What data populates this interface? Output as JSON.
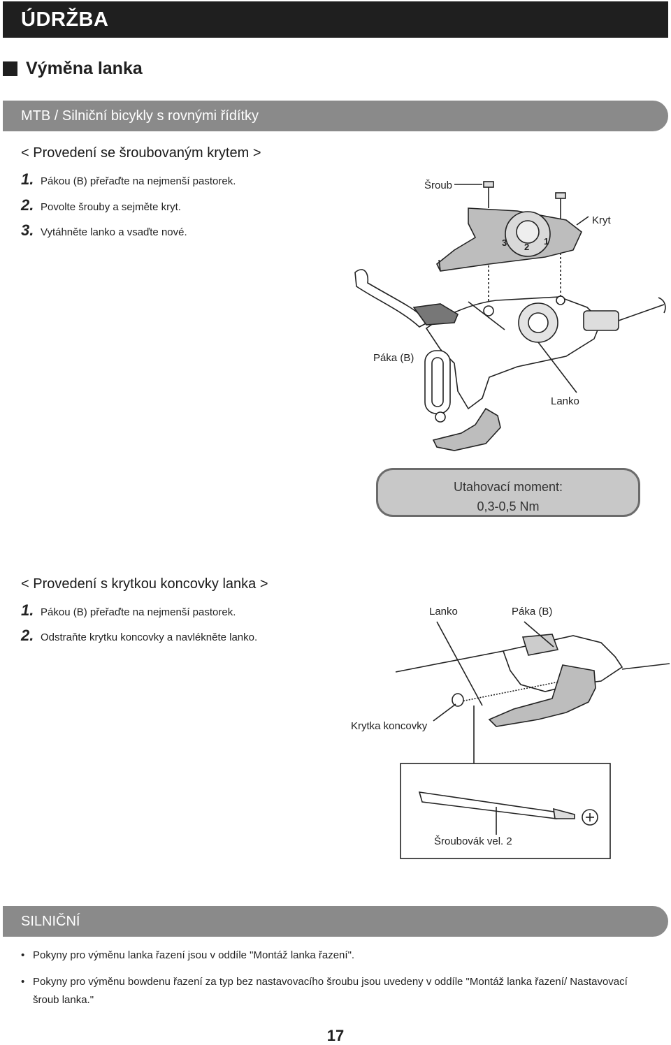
{
  "header": {
    "title": "ÚDRŽBA"
  },
  "section": {
    "title": "Výměna lanka"
  },
  "band1": {
    "label": "MTB / Silniční bicykly s rovnými řídítky"
  },
  "block1": {
    "heading": "< Provedení se šroubovaným krytem >",
    "steps": [
      {
        "num": "1.",
        "text": "Pákou (B) přeřaďte na nejmenší pastorek."
      },
      {
        "num": "2.",
        "text": "Povolte šrouby a sejměte kryt."
      },
      {
        "num": "3.",
        "text": "Vytáhněte lanko a vsaďte nové."
      }
    ],
    "labels": {
      "screw": "Šroub",
      "cover": "Kryt",
      "lever": "Páka (B)",
      "cable": "Lanko"
    },
    "dial_numbers": [
      "3",
      "2",
      "1"
    ],
    "torque": {
      "line1": "Utahovací moment:",
      "line2": "0,3-0,5 Nm"
    }
  },
  "block2": {
    "heading": "< Provedení s krytkou koncovky lanka >",
    "steps": [
      {
        "num": "1.",
        "text": "Pákou (B) přeřaďte na nejmenší pastorek."
      },
      {
        "num": "2.",
        "text": "Odstraňte krytku koncovky a navlékněte lanko."
      }
    ],
    "labels": {
      "cable": "Lanko",
      "lever": "Páka (B)",
      "end_cap": "Krytka koncovky",
      "screwdriver": "Šroubovák vel. 2"
    }
  },
  "band2": {
    "label": "SILNIČNÍ"
  },
  "notes": [
    "Pokyny pro výměnu lanka řazení jsou v oddíle \"Montáž lanka řazení\".",
    "Pokyny pro výměnu bowdenu řazení za typ bez nastavovacího šroubu jsou uvedeny v oddíle \"Montáž lanka řazení/ Nastavovací šroub lanka.\""
  ],
  "page_number": "17",
  "colors": {
    "header_bg": "#1f1f1f",
    "band_bg": "#8a8a8a",
    "torque_bg": "#c8c8c8",
    "torque_border": "#6b6b6b"
  }
}
